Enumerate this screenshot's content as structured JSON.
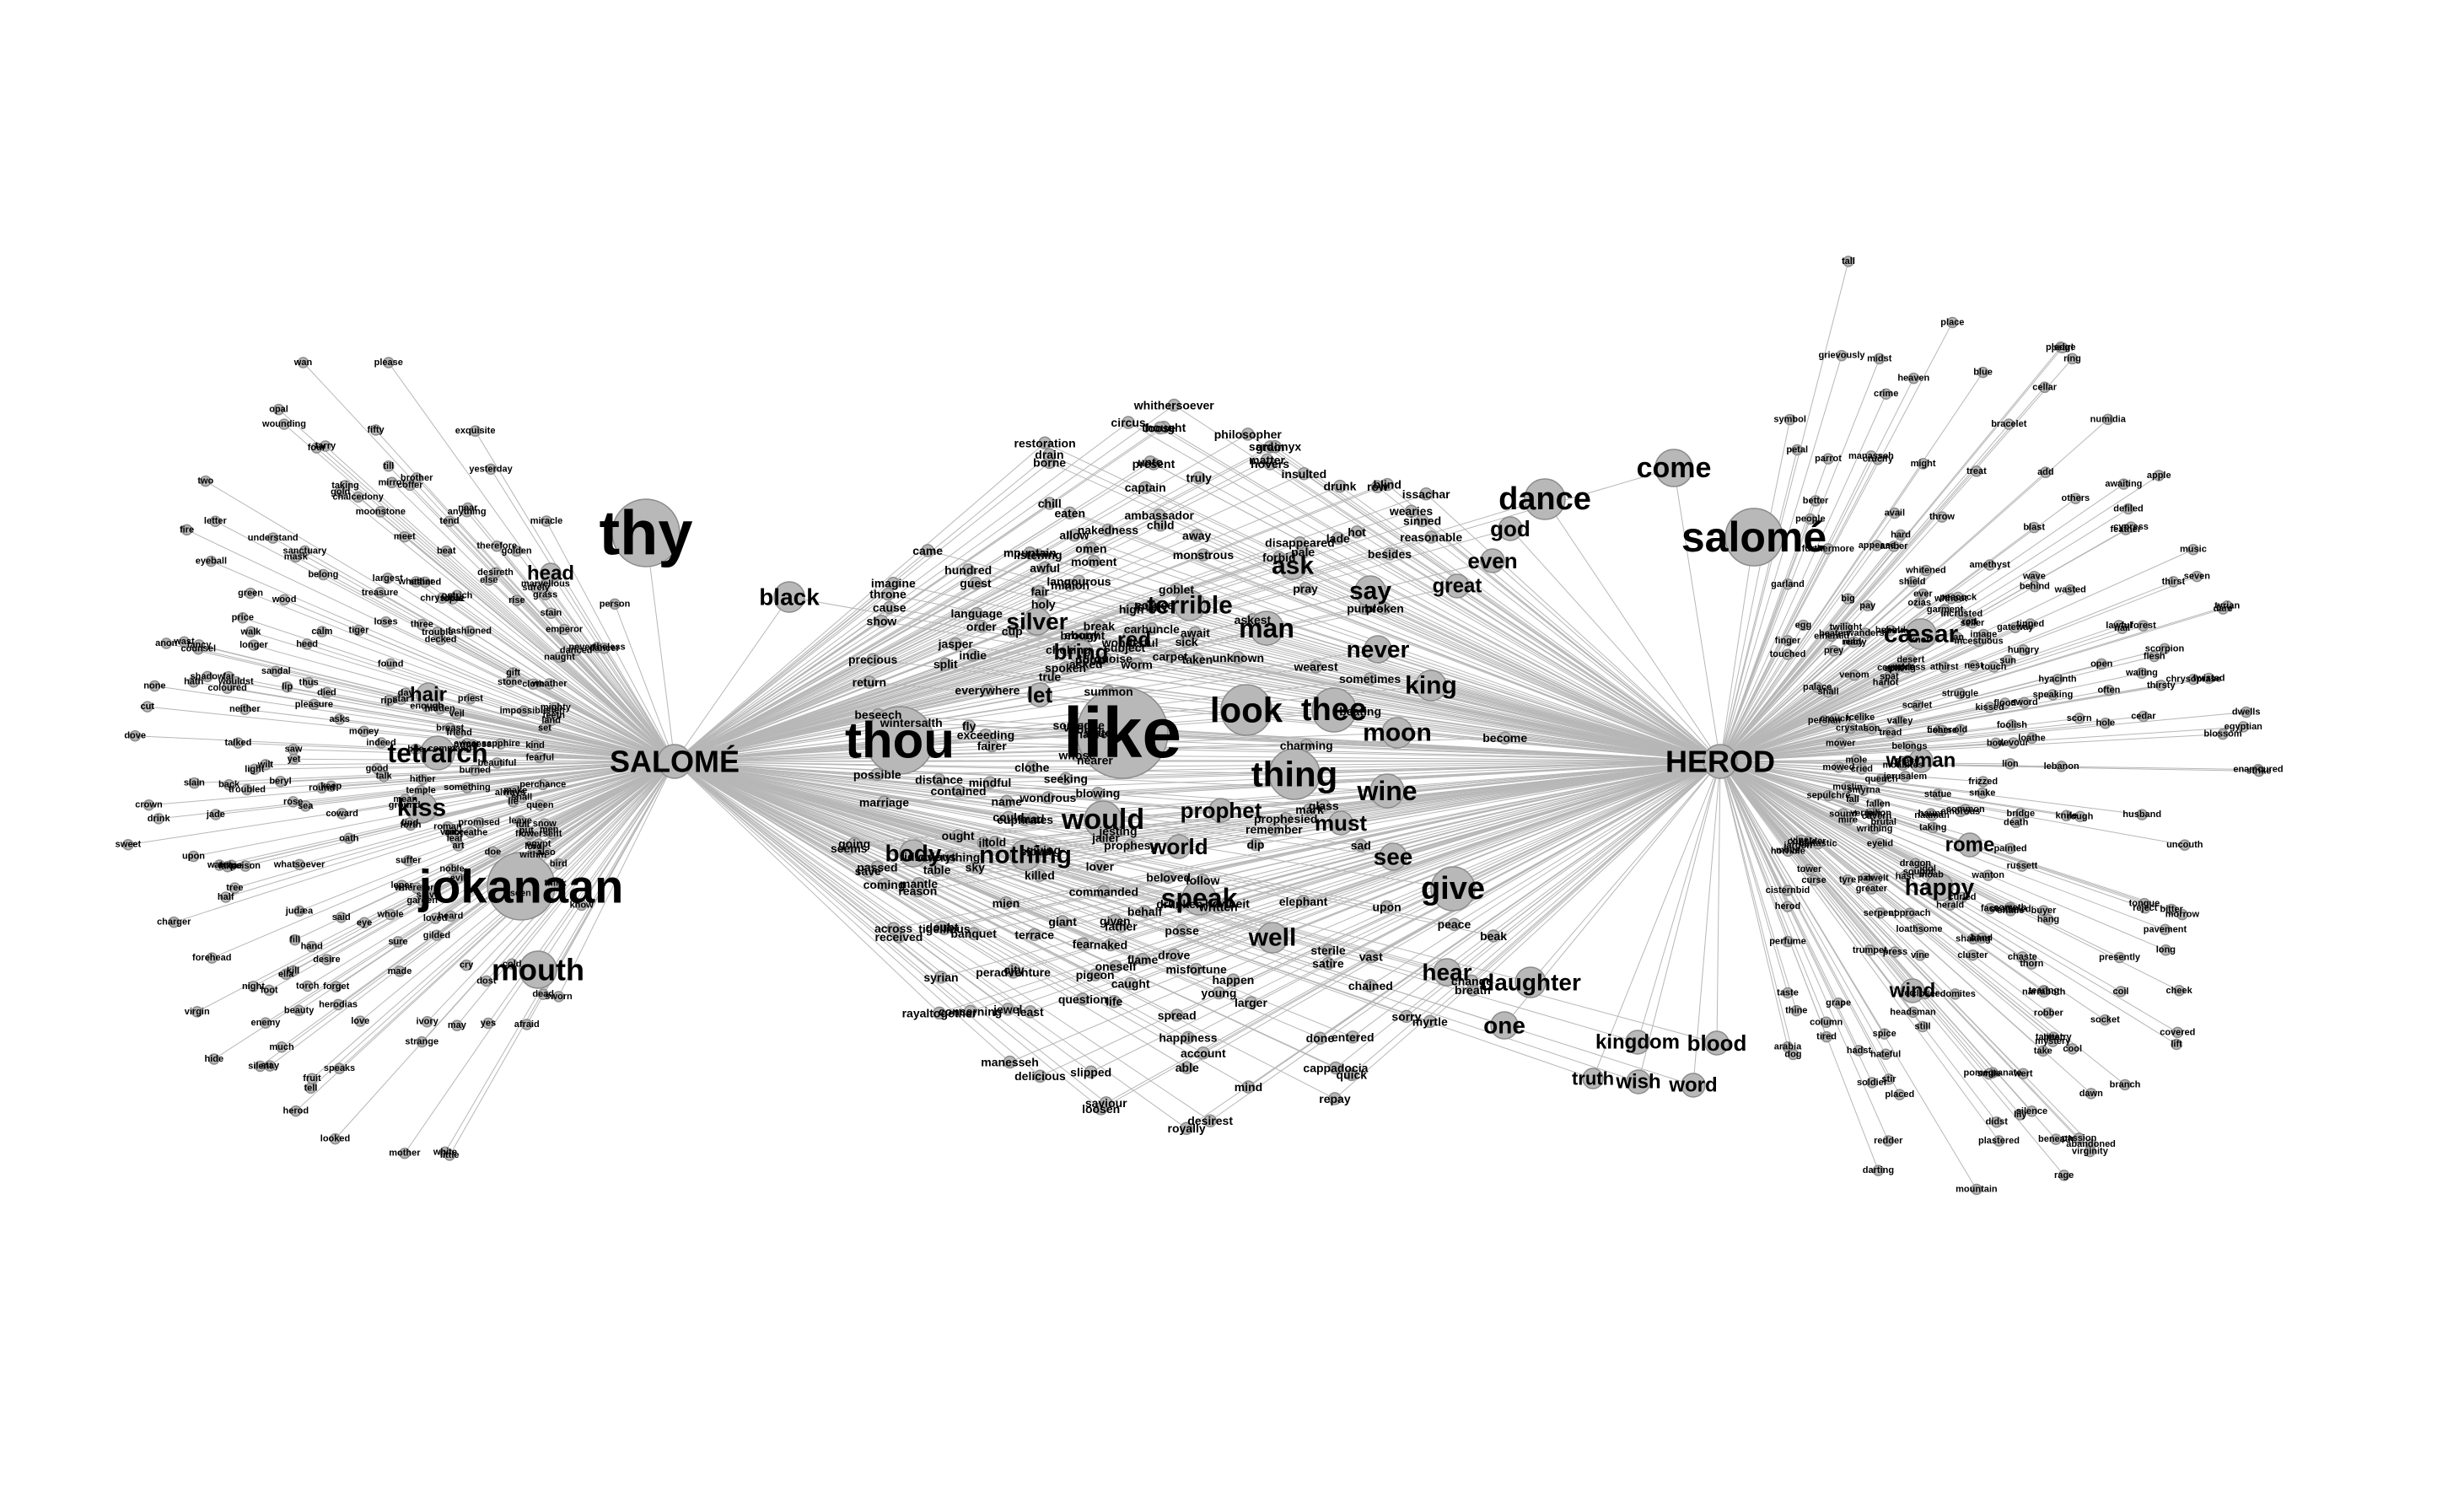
{
  "graph": {
    "hubs": [
      {
        "id": "salome_hub",
        "label": "SALOMÉ"
      },
      {
        "id": "herod_hub",
        "label": "HEROD"
      }
    ],
    "words_with_nodes": [
      "thy",
      "thou",
      "like",
      "jokanaan",
      "salomé",
      "herod",
      "tetrarch",
      "kiss",
      "mouth",
      "head",
      "hair",
      "black",
      "silver",
      "bring",
      "red",
      "let",
      "look",
      "thee",
      "moon",
      "king",
      "thing",
      "wine",
      "would",
      "prophet",
      "must",
      "world",
      "body",
      "nothing",
      "speak",
      "well",
      "give",
      "see",
      "dance",
      "come",
      "god",
      "say",
      "ask",
      "man",
      "terrible",
      "never",
      "even",
      "great",
      "daughter",
      "hear",
      "one",
      "blood",
      "kingdom",
      "wish",
      "word",
      "truth",
      "woman",
      "cæsar",
      "happy",
      "rome",
      "wind",
      "know",
      "white",
      "dead",
      "heard",
      "tell",
      "eye",
      "yes",
      "strange",
      "mother",
      "little",
      "sworn",
      "ivory",
      "love",
      "loved",
      "men",
      "afraid",
      "flower",
      "desire",
      "wherefore",
      "foot",
      "herodias",
      "looked",
      "night",
      "sure",
      "evil",
      "may",
      "dost",
      "stay",
      "seen",
      "kill",
      "queen",
      "doe",
      "fruit",
      "bird",
      "much",
      "sent",
      "cold",
      "oath",
      "fill",
      "within",
      "whole",
      "always",
      "tree",
      "put",
      "whatsoever",
      "hand",
      "torch",
      "said",
      "make",
      "forget",
      "noble",
      "gilded",
      "air",
      "think",
      "drink",
      "upon",
      "slave",
      "hide",
      "speaks",
      "cry",
      "charger",
      "forth",
      "made",
      "lord",
      "silent",
      "also",
      "half",
      "water",
      "leper",
      "talk",
      "find",
      "enemy",
      "promised",
      "forehead",
      "troubled",
      "round",
      "ella",
      "mean",
      "beauty",
      "roman",
      "egypt",
      "something",
      "mine",
      "voice",
      "princess",
      "rose",
      "swear",
      "snow",
      "full",
      "breast",
      "beautiful",
      "sea",
      "neither",
      "wouldst",
      "garden",
      "virgin",
      "art",
      "hath",
      "bite",
      "dove",
      "hither",
      "lie",
      "veil",
      "shall",
      "judæa",
      "suffer",
      "keep",
      "temple",
      "talked",
      "crown",
      "indeed",
      "lip",
      "light",
      "leaf",
      "found",
      "leave",
      "breathe",
      "good",
      "coward",
      "heed",
      "cut",
      "friend",
      "green",
      "star",
      "yet",
      "kind",
      "sweet",
      "fire",
      "poison",
      "burned",
      "sandal",
      "priest",
      "command",
      "land",
      "lake",
      "tiger",
      "day",
      "jade",
      "decked",
      "set",
      "pleasure",
      "perchance",
      "ground",
      "money",
      "none",
      "wilt",
      "back",
      "ripe",
      "enough",
      "slain",
      "longer",
      "saw",
      "teeth",
      "fashioned",
      "eyeball",
      "beryl",
      "chrysolite",
      "asks",
      "mighty",
      "ostrich",
      "coloured",
      "largest",
      "died",
      "fearful",
      "stained",
      "hidden",
      "moonstone",
      "sapphire",
      "wast",
      "counsel",
      "wounding",
      "mask",
      "impossible",
      "gift",
      "cloth",
      "belong",
      "stone",
      "trouble",
      "fancy",
      "rise",
      "tarry",
      "weather",
      "price",
      "four",
      "thus",
      "naught",
      "taking",
      "far",
      "tend",
      "shadow",
      "opal",
      "desireth",
      "anything",
      "whether",
      "anon",
      "wan",
      "coffer",
      "mirror",
      "walk",
      "fifty",
      "understand",
      "nevertheless",
      "marvellous",
      "wood",
      "grass",
      "topaz",
      "gold",
      "calm",
      "near",
      "stain",
      "yesterday",
      "letter",
      "three",
      "golden",
      "listen",
      "sanctuary",
      "miracle",
      "emperor",
      "loses",
      "please",
      "meet",
      "two",
      "therefore",
      "brother",
      "exquisite",
      "dancer",
      "till",
      "chalcedony",
      "surely",
      "danced",
      "treasure",
      "else",
      "person",
      "beat",
      "breath",
      "repay",
      "beak",
      "mind",
      "prophesied",
      "glass",
      "upon",
      "saviour",
      "dip",
      "elephant",
      "beloved",
      "cappadocia",
      "sterile",
      "done",
      "follow",
      "happen",
      "sad",
      "myrtle",
      "satire",
      "mark",
      "able",
      "prophesy",
      "misfortune",
      "change",
      "father",
      "vast",
      "peace",
      "chained",
      "remember",
      "life",
      "young",
      "loosen",
      "account",
      "jailer",
      "entered",
      "pigeon",
      "tigellinus",
      "sorry",
      "given",
      "syrian",
      "oneself",
      "giant",
      "mantle",
      "quick",
      "written",
      "least",
      "everything",
      "delicious",
      "howbeit",
      "slipped",
      "blowing",
      "could",
      "seems",
      "doubt",
      "happiness",
      "giving",
      "caught",
      "naked",
      "drunken",
      "larger",
      "passed",
      "across",
      "posse",
      "ill",
      "concerning",
      "desirest",
      "mien",
      "fairer",
      "royally",
      "cloud",
      "jewel",
      "banquet",
      "behalf",
      "flame",
      "name",
      "ought",
      "sky",
      "drove",
      "peradventure",
      "spread",
      "nearer",
      "coming",
      "possible",
      "city",
      "contained",
      "question",
      "split",
      "imagine",
      "mad",
      "true",
      "everywhere",
      "lover",
      "return",
      "mindful",
      "distance",
      "beseech",
      "seeking",
      "came",
      "fear",
      "manesseh",
      "exceeding",
      "jesting",
      "wondrous",
      "fair",
      "going",
      "commanded",
      "told",
      "terrace",
      "killed",
      "listening",
      "whose",
      "received",
      "euphrates",
      "rayaltogether",
      "clothe",
      "precious",
      "omen",
      "table",
      "ridiculous",
      "summon",
      "awful",
      "nacre",
      "show",
      "asked",
      "brought",
      "langourous",
      "save",
      "wintersalth",
      "restoration",
      "someone",
      "guest",
      "reason",
      "carpet",
      "nakedness",
      "choking",
      "sick",
      "jasper",
      "present",
      "ambassador",
      "break",
      "indie",
      "marriage",
      "unto",
      "state",
      "carbuncle",
      "cup",
      "away",
      "throne",
      "chill",
      "high",
      "fly",
      "thought",
      "truly",
      "turquoise",
      "spoken",
      "await",
      "corpse",
      "subject",
      "philosopher",
      "verily",
      "circus",
      "ebony",
      "bum",
      "cause",
      "captain",
      "forbid",
      "holy",
      "pray",
      "lade",
      "borne",
      "hovers",
      "loose",
      "pale",
      "wonderful",
      "order",
      "besides",
      "reasonable",
      "unknown",
      "hundred",
      "pour",
      "language",
      "taken",
      "broken",
      "mountain",
      "grain",
      "wearest",
      "monstrous",
      "disappeared",
      "child",
      "goblet",
      "minion",
      "sardonyx",
      "allow",
      "drain",
      "purple",
      "eaten",
      "lovely",
      "insulted",
      "row",
      "drunk",
      "worm",
      "moment",
      "blind",
      "hot",
      "sinned",
      "wearies",
      "issachar",
      "sometimes",
      "charming",
      "askest",
      "beating",
      "become",
      "matter",
      "whithersoever",
      "touched",
      "emerald",
      "peacock",
      "crucify",
      "might",
      "petal",
      "garland",
      "pay",
      "symbol",
      "big",
      "avail",
      "tall",
      "finger",
      "manasseh",
      "pledge",
      "ring",
      "blue",
      "palace",
      "ever",
      "crime",
      "better",
      "parrot",
      "incestuous",
      "rod",
      "grievously",
      "people",
      "hard",
      "incrusted",
      "feather",
      "midst",
      "cypress",
      "wanders",
      "heaven",
      "amber",
      "others",
      "lawful",
      "fan",
      "cellar",
      "crouch",
      "prey",
      "place",
      "pearl",
      "apple",
      "egg",
      "numidia",
      "desert",
      "thirst",
      "worn",
      "furthermore",
      "amethyst",
      "ruby",
      "sun",
      "garment",
      "icelike",
      "shall",
      "bracelet",
      "ozias",
      "without",
      "crystal",
      "behold",
      "chrysoprase",
      "hyacinth",
      "beaten",
      "add",
      "wave",
      "appease",
      "flood",
      "throw",
      "vein",
      "belongs",
      "treat",
      "venom",
      "bow",
      "struggle",
      "athirst",
      "shield",
      "awaiting",
      "ready",
      "devour",
      "blast",
      "persian",
      "seven",
      "dwells",
      "twilight",
      "covering",
      "harlot",
      "enamoured",
      "scorn",
      "behind",
      "scorpion",
      "whitened",
      "lebanon",
      "music",
      "tyrian",
      "nest",
      "waiting",
      "open",
      "image",
      "speaking",
      "forest",
      "mowed",
      "hole",
      "often",
      "hungry",
      "seller",
      "wasted",
      "spat",
      "valley",
      "cried",
      "lion",
      "statue",
      "coarse",
      "tipped",
      "strike",
      "knife",
      "defiled",
      "nail",
      "knot",
      "cedar",
      "tongue",
      "thirsty",
      "russett",
      "gateway",
      "kissed",
      "bridge",
      "spilt",
      "touch",
      "dare",
      "goddess",
      "scarlet",
      "snake",
      "blossom",
      "fallen",
      "egyptian",
      "rough",
      "sword",
      "vermilion",
      "hang",
      "buyer",
      "tread",
      "haunt",
      "flesh",
      "curled",
      "twisted",
      "foolish",
      "piece",
      "long",
      "uncouth",
      "pavement",
      "cometh",
      "frizzed",
      "husband",
      "jew",
      "old",
      "eyelid",
      "fall",
      "mower",
      "loathe",
      "tearing",
      "bitter",
      "lift",
      "fisher",
      "son",
      "mole",
      "jerusalem",
      "cavern",
      "sepulchre",
      "tapestry",
      "dragon",
      "moabites",
      "amorous",
      "coil",
      "morrow",
      "greater",
      "tyre",
      "shaking",
      "litter",
      "chaste",
      "taking",
      "idol",
      "painted",
      "thorn",
      "brutal",
      "smyrna",
      "silence",
      "narraboth",
      "socket",
      "sought",
      "pas",
      "rage",
      "serpent",
      "jargon",
      "cheek",
      "quench",
      "scattered",
      "covered",
      "dwelt",
      "abandoned",
      "face",
      "lily",
      "reject",
      "robber",
      "common",
      "naaman",
      "sound",
      "fantastic",
      "pomegranate",
      "plastered",
      "trumpet",
      "cluster",
      "vine",
      "death",
      "beneath",
      "muslin",
      "cool",
      "press",
      "writhing",
      "smile",
      "curse",
      "virginity",
      "spice",
      "shade",
      "passion",
      "band",
      "dawn",
      "loathsome",
      "consider",
      "placed",
      "edomites",
      "fed",
      "move",
      "presently",
      "mire",
      "herald",
      "headsman",
      "hast",
      "cisternbid",
      "branch",
      "approach",
      "wanton",
      "still",
      "stir",
      "darting",
      "hateful",
      "column",
      "tired",
      "moab",
      "herod",
      "mystery",
      "perfume",
      "viper",
      "tower",
      "hadst",
      "closer",
      "redder",
      "soldier",
      "didst",
      "horrible",
      "take",
      "thine",
      "taste",
      "grape",
      "dog",
      "mountain",
      "wert",
      "arabia"
    ]
  }
}
